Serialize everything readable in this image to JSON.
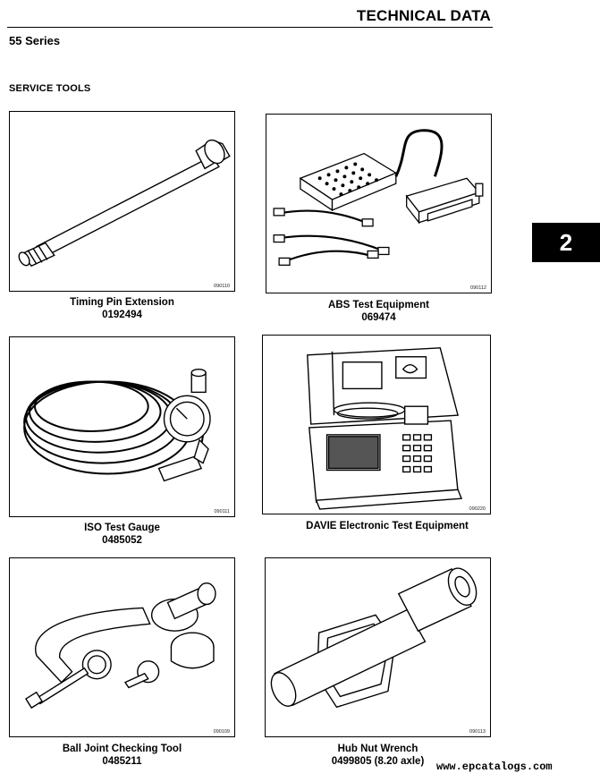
{
  "header": {
    "title": "TECHNICAL DATA"
  },
  "series": "55 Series",
  "section_title": "SERVICE TOOLS",
  "chapter_tab": "2",
  "tools": [
    {
      "name": "Timing Pin Extension",
      "part": "0192494",
      "figure": "090110"
    },
    {
      "name": "ABS Test Equipment",
      "part": "069474",
      "figure": "090112"
    },
    {
      "name": "ISO Test Gauge",
      "part": "0485052",
      "figure": "090111"
    },
    {
      "name": "DAVIE Electronic Test Equipment",
      "part": "",
      "figure": "090220"
    },
    {
      "name": "Ball Joint Checking Tool",
      "part": "0485211",
      "figure": "090109"
    },
    {
      "name": "Hub Nut Wrench",
      "part": "0499805 (8.20 axle)",
      "figure": "090113"
    }
  ],
  "watermark": "www.epcatalogs.com"
}
